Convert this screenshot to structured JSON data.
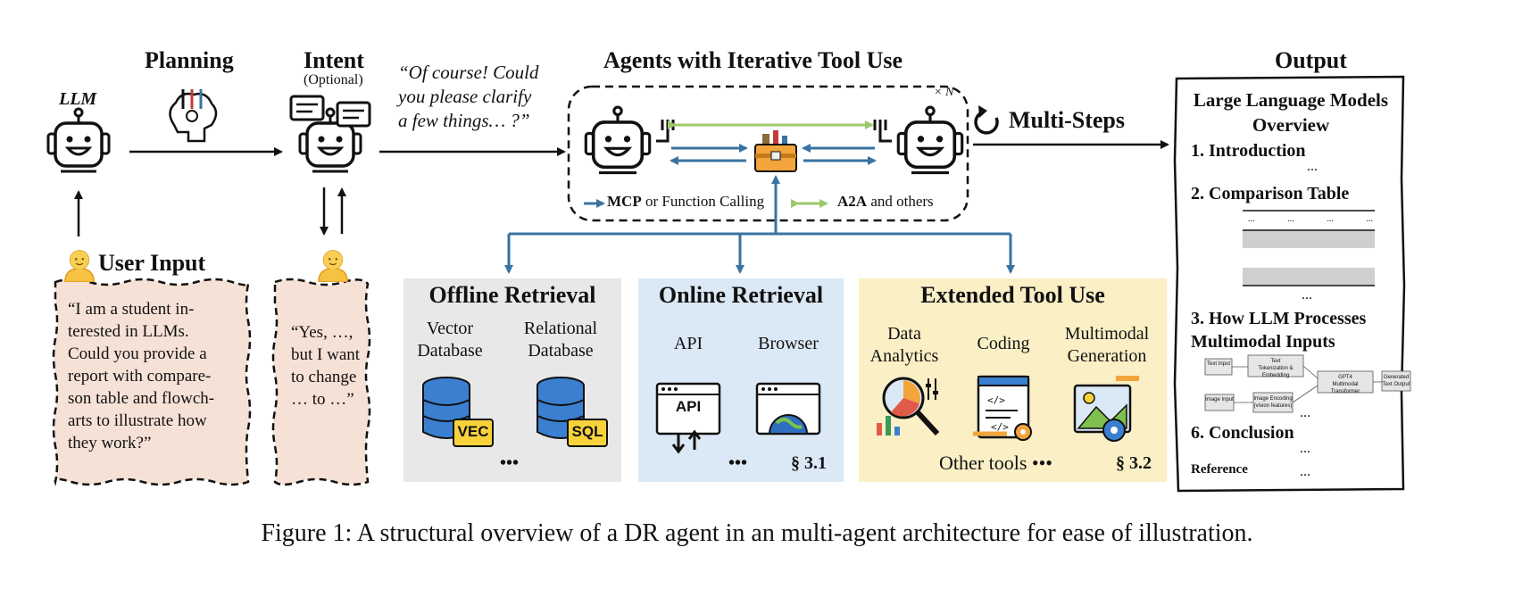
{
  "headers": {
    "planning": "Planning",
    "intent": "Intent",
    "intent_optional": "(Optional)",
    "agents": "Agents with Iterative Tool Use",
    "output": "Output"
  },
  "llm_label": "LLM",
  "clarify_quote": [
    "“Of course! Could",
    "you please clarify",
    "a few things… ?”"
  ],
  "multi_steps": "Multi-Steps",
  "times_n": "× N",
  "protocols": {
    "mcp_bold": "MCP",
    "mcp_rest": " or Function Calling",
    "a2a_bold": "A2A",
    "a2a_rest": " and others"
  },
  "user_input": {
    "label": "User Input",
    "text": [
      "“I am a student in-",
      "terested in LLMs.",
      "Could you provide a",
      "report with compare-",
      "son table and flowch-",
      "arts to illustrate how",
      "they work?”"
    ]
  },
  "followup": {
    "text": [
      "“Yes, …,",
      "but I want",
      "to change",
      "… to …”"
    ]
  },
  "offline": {
    "title": "Offline Retrieval",
    "vector": [
      "Vector",
      "Database"
    ],
    "relational": [
      "Relational",
      "Database"
    ],
    "vec_tag": "VEC",
    "sql_tag": "SQL",
    "more": "•••"
  },
  "online": {
    "title": "Online Retrieval",
    "api": "API",
    "api_tag": "API",
    "browser": "Browser",
    "more": "•••",
    "section": "§ 3.1"
  },
  "extended": {
    "title": "Extended Tool Use",
    "data": [
      "Data",
      "Analytics"
    ],
    "coding": "Coding",
    "multimodal": [
      "Multimodal",
      "Generation"
    ],
    "other": "Other tools •••",
    "section": "§ 3.2"
  },
  "output_doc": {
    "title": [
      "Large Language Models",
      "Overview"
    ],
    "s1": "1. Introduction",
    "s2": "2. Comparison Table",
    "s3": [
      "3. How LLM Processes",
      "Multimodal Inputs"
    ],
    "s6": "6. Conclusion",
    "ref": "Reference",
    "ellipsis": "...",
    "table_dots": [
      "...",
      "...",
      "...",
      "..."
    ],
    "flow": {
      "text_input": "Text Input",
      "tokenize": [
        "Text",
        "Tokenization & Embedding"
      ],
      "gpt4": [
        "GPT4",
        "Multimodal Transformer"
      ],
      "gen_output": [
        "Generated",
        "Text Output"
      ],
      "image_input": "Image Input",
      "image_enc": [
        "Image Encoding",
        "(vision features)"
      ]
    }
  },
  "caption": "Figure 1: A structural overview of a DR agent in an multi-agent architecture for ease of illustration.",
  "colors": {
    "blue_arrow": "#3a73a0",
    "green_arrow": "#9cc96b",
    "bubble_bg": "#f6e1d6",
    "offline_bg": "#e8e8e8",
    "online_bg": "#dbe8f5",
    "extended_bg": "#fbefc6"
  }
}
